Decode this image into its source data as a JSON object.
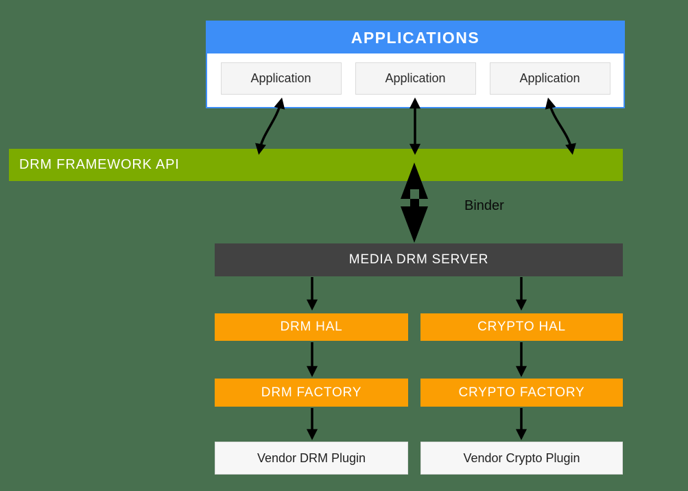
{
  "colors": {
    "background": "#48704F",
    "applications_header": "#3D8EF7",
    "framework_bar": "#7CAB00",
    "hal_factory_orange": "#FB9E03",
    "media_server_gray": "#424242",
    "arrow_black": "#000000",
    "white_box": "#F5F5F5"
  },
  "applications_panel": {
    "title": "APPLICATIONS",
    "apps": [
      "Application",
      "Application",
      "Application"
    ]
  },
  "framework_bar": {
    "label": "DRM FRAMEWORK API"
  },
  "binder": {
    "label": "Binder"
  },
  "server": {
    "label": "MEDIA DRM SERVER"
  },
  "left_column": {
    "hal": "DRM HAL",
    "factory": "DRM FACTORY",
    "vendor": "Vendor DRM Plugin"
  },
  "right_column": {
    "hal": "CRYPTO HAL",
    "factory": "CRYPTO FACTORY",
    "vendor": "Vendor Crypto Plugin"
  }
}
